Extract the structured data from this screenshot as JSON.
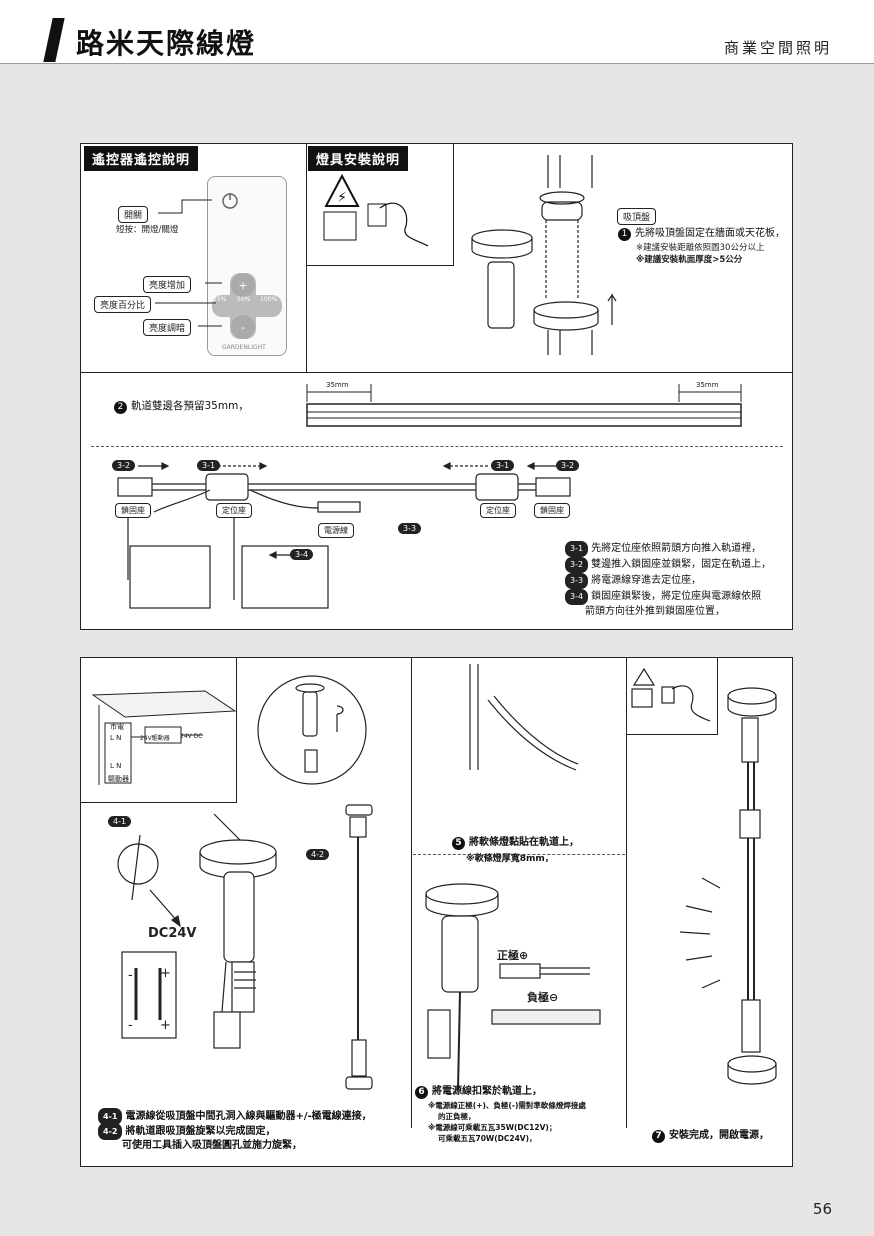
{
  "header": {
    "title": "路米天際線燈",
    "category": "商業空間照明"
  },
  "remote_section": {
    "tag": "遙控器遙控說明",
    "power_label": "開關",
    "power_desc": "短按：開燈/關燈",
    "brightness_up": "亮度增加",
    "brightness_percent": "亮度百分比",
    "brightness_down": "亮度調暗",
    "percents": [
      "25%",
      "50%",
      "100%"
    ],
    "brand": "GARDENLIGHT"
  },
  "install_section": {
    "tag": "燈具安裝說明",
    "ceiling_label": "吸頂盤",
    "step1": "先將吸頂盤固定在牆面或天花板，",
    "step1_note1": "※建議安裝距離依照圖30公分以上",
    "step1_note2": "※建議安裝軌面厚度>5公分"
  },
  "track_section": {
    "step2": "軌道雙邊各預留35mm，",
    "dim_left": "35mm",
    "dim_right": "35mm",
    "labels": {
      "fix": "鎖固座",
      "locate": "定位座",
      "power": "電源線"
    },
    "codes": [
      "3-1",
      "3-2",
      "3-3",
      "3-4"
    ],
    "steps": [
      {
        "code": "3-1",
        "text": "先將定位座依照箭頭方向推入軌道裡，"
      },
      {
        "code": "3-2",
        "text": "雙邊推入鎖固座並鎖緊，固定在軌道上，"
      },
      {
        "code": "3-3",
        "text": "將電源線穿進去定位座，"
      },
      {
        "code": "3-4",
        "text": "鎖固座鎖緊後，將定位座與電源線依照"
      },
      {
        "code": "",
        "text": "箭頭方向往外推到鎖固座位置，"
      }
    ]
  },
  "wiring_section": {
    "labels": {
      "mains": "市電",
      "driver_24v": "24V驅動器",
      "dc24v_small": "24V DC",
      "ln": "L  N",
      "driver": "驅動器",
      "dc24v": "DC24V",
      "code41": "4-1",
      "code42": "4-2",
      "plus": "+",
      "minus": "-"
    },
    "step5": "將軟條燈黏貼在軌道上，",
    "step5_note": "※軟條燈厚寬8mm，",
    "positive": "正極⊕",
    "negative": "負極⊖",
    "step6": "將電源線扣緊於軌道上，",
    "step6_note1": "※電源線正極(+)、負極(-)需對準軟條燈焊接處",
    "step6_note1b": "的正負極，",
    "step6_note2": "※電源線可乘載五瓦35W(DC12V)；",
    "step6_note3": "可乘載五瓦70W(DC24V)，",
    "step41": "電源線從吸頂盤中間孔洞入線與驅動器+/-極電線連接，",
    "step42": "將軌道跟吸頂盤旋緊以完成固定，",
    "step42b": "可使用工具插入吸頂盤圓孔並施力旋緊，",
    "step7": "安裝完成，開啟電源，"
  },
  "page_number": "56"
}
